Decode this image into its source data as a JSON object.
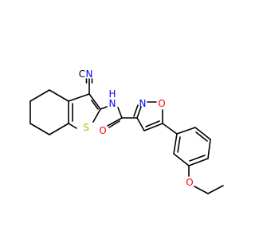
{
  "colors": {
    "carbon": "#000000",
    "nitrogen": "#0000FF",
    "oxygen": "#FF0000",
    "sulfur": "#B8B800",
    "background": "#FFFFFF"
  },
  "atoms": {
    "nitrile_n": "N",
    "amide_n": "N",
    "amide_h": "H",
    "thiophene_s": "S",
    "carbonyl_o": "O",
    "isoxazole_n": "N",
    "isoxazole_o": "O",
    "ether_o": "O"
  }
}
